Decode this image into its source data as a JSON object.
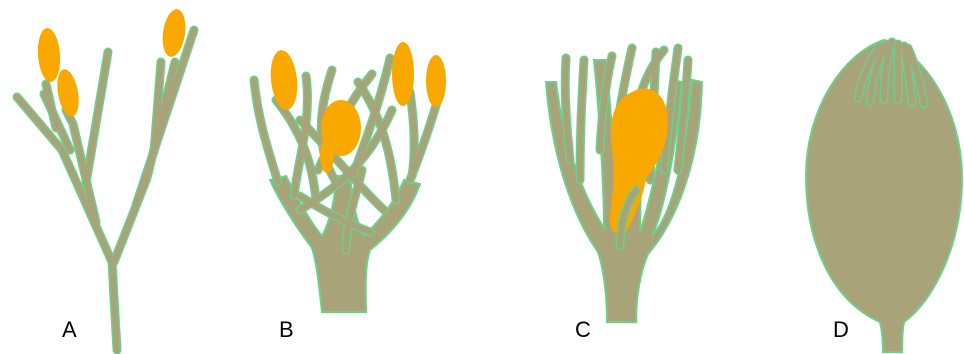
{
  "colors": {
    "stem_fill": "#a9a37a",
    "stem_outline": "#6ecf8a",
    "anther": "#f9a800",
    "background": "#ffffff"
  },
  "panels": [
    {
      "id": "A",
      "label": "A"
    },
    {
      "id": "B",
      "label": "B"
    },
    {
      "id": "C",
      "label": "C"
    },
    {
      "id": "D",
      "label": "D"
    }
  ]
}
